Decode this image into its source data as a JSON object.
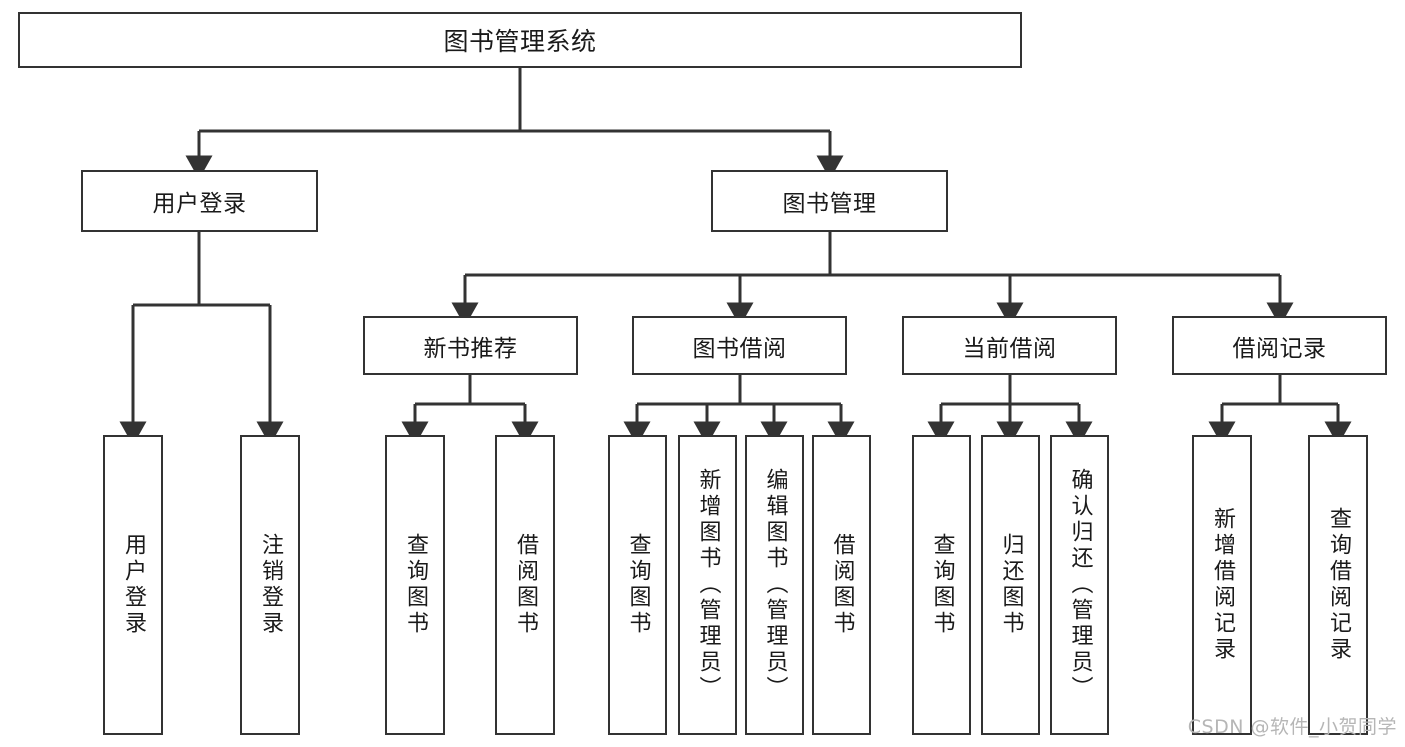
{
  "diagram": {
    "type": "tree-hierarchy-chart",
    "title": "图书管理系统",
    "watermark": "CSDN @软件_小贺同学",
    "line_color": "#333333",
    "box_fill": "#ffffff",
    "watermark_color": "#b6b6b6"
  },
  "nodes": {
    "root": {
      "label": "图书管理系统",
      "level": 1
    },
    "level2": [
      {
        "id": "user-login",
        "label": "用户登录"
      },
      {
        "id": "book-management",
        "label": "图书管理"
      }
    ],
    "level3": [
      {
        "id": "new-book-recommend",
        "label": "新书推荐"
      },
      {
        "id": "book-borrow",
        "label": "图书借阅"
      },
      {
        "id": "current-borrow",
        "label": "当前借阅"
      },
      {
        "id": "borrow-record",
        "label": "借阅记录"
      }
    ],
    "leaves": {
      "user_login": [
        {
          "id": "leaf-user-login",
          "label": "用户登录"
        },
        {
          "id": "leaf-logout-login",
          "label": "注销登录"
        }
      ],
      "new_book_recommend": [
        {
          "id": "leaf-query-book-1",
          "label": "查询图书"
        },
        {
          "id": "leaf-borrow-book-1",
          "label": "借阅图书"
        }
      ],
      "book_borrow": [
        {
          "id": "leaf-query-book-2",
          "label": "查询图书"
        },
        {
          "id": "leaf-add-book",
          "label": "新增图书（管理员）"
        },
        {
          "id": "leaf-edit-book",
          "label": "编辑图书（管理员）"
        },
        {
          "id": "leaf-borrow-book-2",
          "label": "借阅图书"
        }
      ],
      "current_borrow": [
        {
          "id": "leaf-query-book-3",
          "label": "查询图书"
        },
        {
          "id": "leaf-return-book",
          "label": "归还图书"
        },
        {
          "id": "leaf-confirm-return",
          "label": "确认归还（管理员）"
        }
      ],
      "borrow_record": [
        {
          "id": "leaf-add-record",
          "label": "新增借阅记录"
        },
        {
          "id": "leaf-query-record",
          "label": "查询借阅记录"
        }
      ]
    }
  }
}
